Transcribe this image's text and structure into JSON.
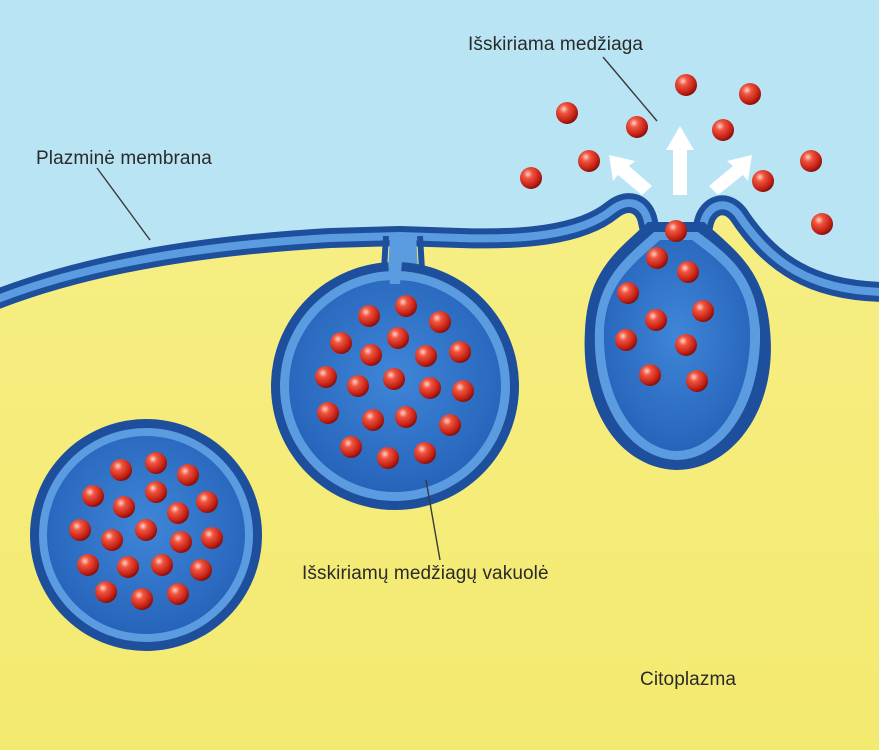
{
  "labels": {
    "secreted_substance": "Išskiriama medžiaga",
    "plasma_membrane": "Plazminė membrana",
    "secretory_vacuole": "Išskiriamų medžiagų vakuolė",
    "cytoplasm": "Citoplazma"
  },
  "colors": {
    "extracellular": "#b8e4f4",
    "cytoplasm": "#f5ec7a",
    "membrane_dark": "#1d4f9c",
    "membrane_light": "#5b9be0",
    "vesicle_lumen": "#2f72c8",
    "particle": "#d42a1c",
    "arrow": "#ffffff",
    "text": "#2a2a2a"
  }
}
